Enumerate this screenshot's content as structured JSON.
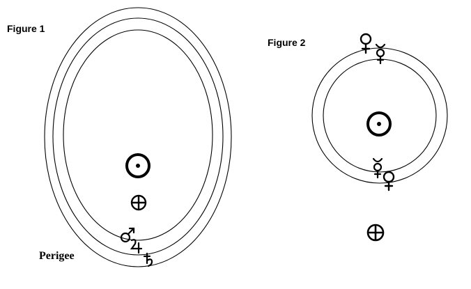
{
  "figure1": {
    "title": "Figure 1",
    "perigee_label": "Perigee",
    "bodies": [
      "sun",
      "earth",
      "mars",
      "jupiter",
      "saturn"
    ]
  },
  "figure2": {
    "title": "Figure 2",
    "bodies": [
      "sun",
      "earth",
      "venus",
      "mercury",
      "mercury",
      "venus"
    ]
  }
}
